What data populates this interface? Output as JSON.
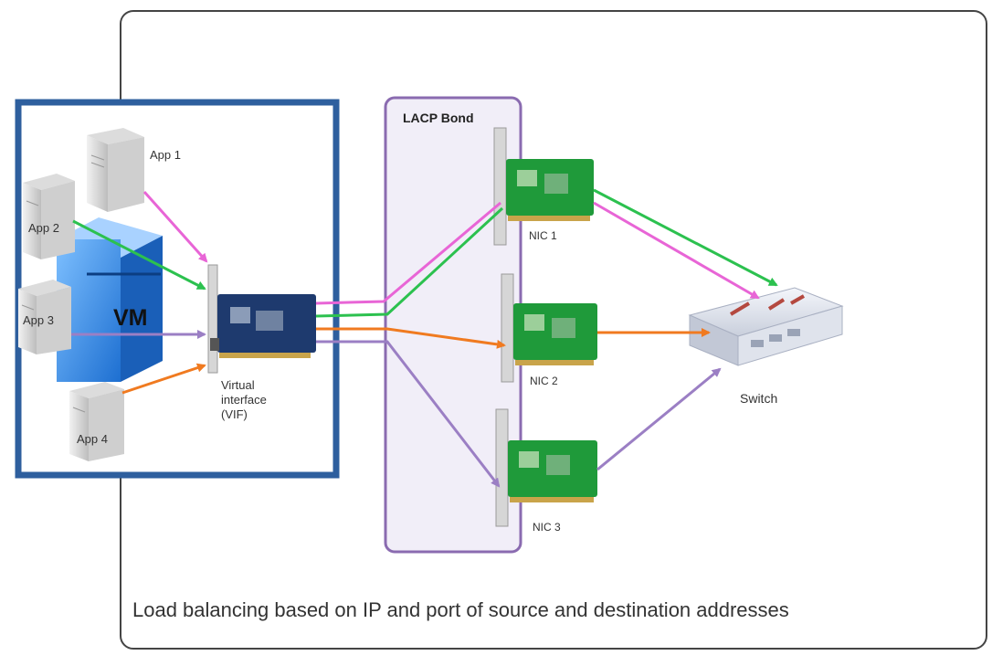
{
  "labels": {
    "lacp_bond": "LACP Bond",
    "vm": "VM",
    "vif": "Virtual\ninterface\n(VIF)",
    "switch": "Switch",
    "apps": [
      "App 1",
      "App 2",
      "App 3",
      "App 4"
    ],
    "nics": [
      "NIC 1",
      "NIC 2",
      "NIC 3"
    ]
  },
  "caption": "Load balancing based on IP and port of source and destination addresses",
  "colors": {
    "app1_flow": "#e865d6",
    "app2_flow": "#2cc14f",
    "app3_flow": "#9b7fc4",
    "app4_flow": "#f07a20",
    "vm_border": "#2e5f9e",
    "bond_border": "#8a6bb0",
    "vm_box": "#3f8fe0",
    "nic_board": "#1f9a3a",
    "vif_board": "#1e3a6e"
  }
}
